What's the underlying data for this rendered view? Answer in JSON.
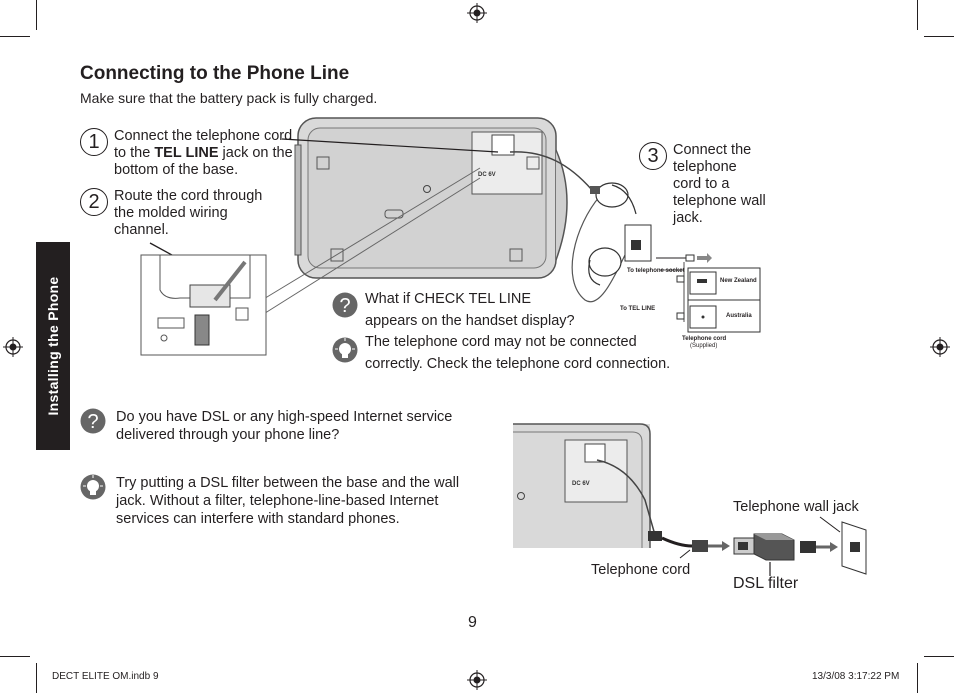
{
  "page": {
    "title": "Connecting to the Phone Line",
    "subtitle": "Make sure that the battery pack is fully charged.",
    "side_tab": "Installing the Phone",
    "page_number": "9"
  },
  "steps": [
    {
      "number": "1",
      "text_before": "Connect the telephone cord to the ",
      "bold": "TEL LINE",
      "text_after": " jack on the bottom of the base."
    },
    {
      "number": "2",
      "text": "Route the cord through the molded wiring channel."
    },
    {
      "number": "3",
      "text": "Connect the telephone cord to a telephone wall jack."
    }
  ],
  "check_tel_line": {
    "question_line1": "What if CHECK TEL LINE",
    "question_line2": "appears on the handset display?",
    "answer_line1": "The telephone cord may not be connected",
    "answer_line2": "correctly. Check the telephone cord connection."
  },
  "dsl": {
    "question": "Do you have DSL or any high-speed Internet service delivered through your phone line?",
    "answer": "Try putting a DSL filter between the base and the wall jack. Without a filter, telephone-line-based Internet services can interfere with standard phones."
  },
  "diagram_labels": {
    "to_telephone_socket": "To telephone socket",
    "to_tel_line": "To TEL LINE",
    "telephone_cord_supplied_1": "Telephone cord",
    "telephone_cord_supplied_2": "(Supplied)",
    "new_zealand": "New Zealand",
    "australia": "Australia",
    "telephone_wall_jack": "Telephone wall jack",
    "telephone_cord": "Telephone cord",
    "dsl_filter": "DSL filter"
  },
  "footer": {
    "file": "DECT ELITE OM.indb   9",
    "datetime": "13/3/08   3:17:22 PM"
  },
  "icons": [
    "question-icon",
    "lightbulb-tip-icon",
    "registration-mark-icon"
  ]
}
